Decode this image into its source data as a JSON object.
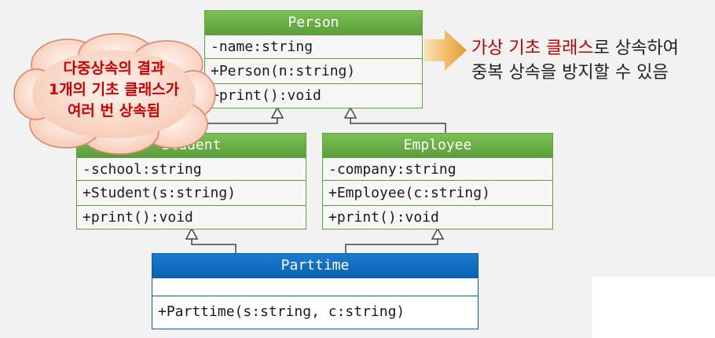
{
  "classes": {
    "person": {
      "name": "Person",
      "attribute": "-name:string",
      "methods": [
        "+Person(n:string)",
        "+print():void"
      ]
    },
    "student": {
      "name": "Student",
      "attribute": "-school:string",
      "methods": [
        "+Student(s:string)",
        "+print():void"
      ]
    },
    "employee": {
      "name": "Employee",
      "attribute": "-company:string",
      "methods": [
        "+Employee(c:string)",
        "+print():void"
      ]
    },
    "parttime": {
      "name": "Parttime",
      "attribute": "",
      "methods": [
        "+Parttime(s:string, c:string)"
      ]
    }
  },
  "cloud_note": {
    "lines": [
      "다중상속의 결과",
      "1개의 기초 클래스가",
      "여러 번 상속됨"
    ]
  },
  "side_note": {
    "highlight": "가상 기초 클래스",
    "line1_rest": "로 상속하여",
    "line2": "중복 상속을 방지할 수 있음"
  },
  "colors": {
    "green_header": "#6aae45",
    "blue_header": "#0f6cbf",
    "highlight_red": "#c00000",
    "cloud_fill": "#fde4d8"
  }
}
